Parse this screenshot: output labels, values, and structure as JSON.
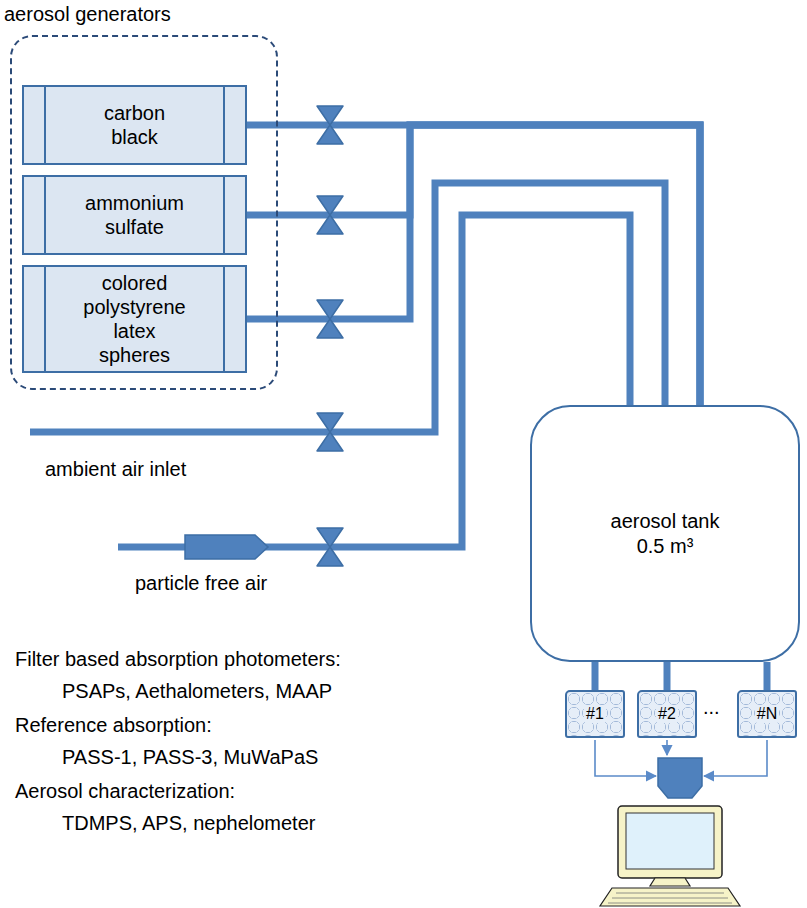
{
  "diagram": {
    "nodes": [
      {
        "text": [
          "aerosol generators"
        ]
      },
      {
        "text": [
          "carbon black"
        ],
        "in": 0
      },
      {
        "text": [
          "ammonium sulfate"
        ],
        "in": 0
      },
      {
        "text": [
          "colored polystyrene latex spheres"
        ],
        "in": 0
      },
      {
        "text": [
          "aerosol tank",
          "0.5 m³"
        ]
      },
      {
        "text": [
          "#1"
        ]
      },
      {
        "text": [
          "#2"
        ]
      },
      {
        "text": [
          "#N"
        ]
      }
    ],
    "edges": [
      {
        "from": 1,
        "to": 4,
        "arrow": "none"
      },
      {
        "from": 2,
        "to": 4,
        "arrow": "none"
      },
      {
        "from": 3,
        "to": 4,
        "arrow": "none"
      },
      {
        "from": 4,
        "to": 5,
        "arrow": "none"
      },
      {
        "from": 4,
        "to": 6,
        "arrow": "none"
      },
      {
        "from": 4,
        "to": 7,
        "arrow": "none"
      }
    ],
    "labels": [
      "ambient air inlet",
      "particle free air",
      "...",
      "Filter based absorption photometers:",
      "PSAPs, Aethalometers, MAAP",
      "Reference absorption:",
      "PASS-1, PASS-3, MuWaPaS",
      "Aerosol characterization:",
      "TDMPS, APS, nephelometer"
    ]
  }
}
